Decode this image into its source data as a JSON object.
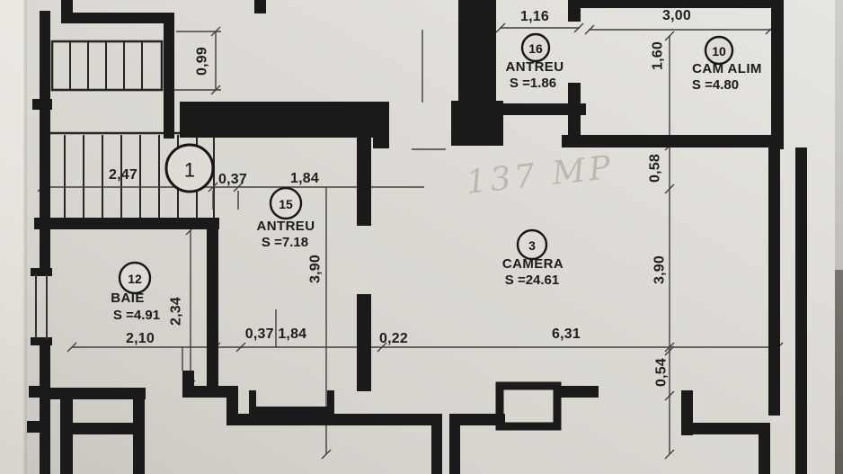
{
  "colors": {
    "paper": "#d9d6d0",
    "wall": "#1a1a1a",
    "pencil": "#8f887c"
  },
  "note": {
    "handwritten": "137 MP"
  },
  "rooms": {
    "r1": {
      "num": "1"
    },
    "r15": {
      "num": "15",
      "name": "ANTREU",
      "area": "S =7.18"
    },
    "r12": {
      "num": "12",
      "name": "BAIE",
      "area": "S =4.91"
    },
    "r3": {
      "num": "3",
      "name": "CAMERA",
      "area": "S =24.61"
    },
    "r16": {
      "num": "16",
      "name": "ANTREU",
      "area": "S =1.86"
    },
    "r10": {
      "num": "10",
      "name": "CAM ALIM",
      "area": "S =4.80"
    }
  },
  "dims": {
    "h116": "1,16",
    "h300": "3,00",
    "v099": "0,99",
    "h247": "2,47",
    "h037": "0,37",
    "h184": "1,84",
    "v160": "1,60",
    "v058": "0,58",
    "v390r": "3,90",
    "v054": "0,54",
    "v390l": "3,90",
    "v234": "2,34",
    "h210": "2,10",
    "h037184": "0,37 1,84",
    "h022": "0,22",
    "h631": "6,31"
  }
}
